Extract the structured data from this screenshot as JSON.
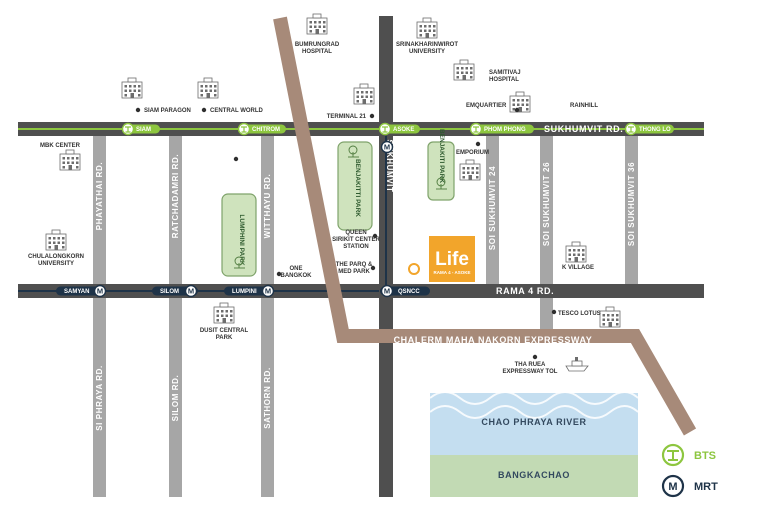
{
  "colors": {
    "road": "#a6a6a6",
    "main_road": "#4f4f4f",
    "bts": "#8dc63f",
    "mrt": "#1e3348",
    "expressway": "#a78a79",
    "park": "#cfe3bd",
    "park_stroke": "#7fa36b",
    "river": "#c4def0",
    "bangkachao": "#c2dab4",
    "life_brand": "#f2a52b"
  },
  "roads": {
    "sukhumvit": "SUKHUMVIT RD.",
    "rama4": "RAMA 4 RD.",
    "expressway": "CHALERM MAHA NAKORN EXPRESSWAY",
    "phayathai": "PHAYATHAI RD.",
    "ratchadamri": "RATCHADAMRI RD.",
    "witthayu": "WITTHAYU RD.",
    "soi24": "SOI SUKHUMVIT 24",
    "soi26": "SOI SUKHUMVIT 26",
    "soi36": "SOI SUKHUMVIT 36",
    "siphraya": "SI PHRAYA RD.",
    "silom": "SILOM RD.",
    "sathorn": "SATHORN RD.",
    "asoke": "SUKHUMVIT"
  },
  "bts_stations": {
    "siam": "SIAM",
    "chitrom": "CHITROM",
    "asoke": "ASOKE",
    "phromphong": "PHOM PHONG",
    "thonglo": "THONG LO"
  },
  "mrt_stations": {
    "samyan": "SAMYAN",
    "silom": "SILOM",
    "lumpini": "LUMPINI",
    "qsncc": "QSNCC"
  },
  "landmarks": {
    "bumrungrad": [
      "BUMRUNGRAD",
      "HOSPITAL"
    ],
    "srinakharinwirot": [
      "SRINAKHARINWIROT",
      "UNIVERSITY"
    ],
    "samitivej": [
      "SAMITIVAJ",
      "HOSPITAL"
    ],
    "siam_paragon": "SIAM PARAGON",
    "central_world": "CENTRAL WORLD",
    "terminal21": "TERMINAL 21",
    "emquartier": "EMQUARTIER",
    "rainhill": "RAINHILL",
    "emporium": "EMPORIUM",
    "mbk": "MBK CENTER",
    "chulalongkorn": [
      "CHULALONGKORN",
      "UNIVERSITY"
    ],
    "queen_sirikit": [
      "QUEEN",
      "SIRIKIT CENTER",
      "STATION"
    ],
    "one_bangkok": [
      "ONE",
      "BANGKOK"
    ],
    "the_parq": [
      "THE PARQ &",
      "MED PARK"
    ],
    "k_village": "K VILLAGE",
    "tesco": "TESCO LOTUS",
    "tha_ruea": [
      "THA RUEA",
      "EXPRESSWAY TOL"
    ],
    "dusit": [
      "DUSIT CENTRAL",
      "PARK"
    ]
  },
  "parks": {
    "lumphini": "LUMPHINI PARK",
    "benjakitti": "BENJAKITTI PARK",
    "benjakitti_small": "BENJAKITI PARK"
  },
  "water": {
    "river": "CHAO PHRAYA RIVER",
    "bangkachao": "BANGKACHAO"
  },
  "project": {
    "brand": "Life",
    "sub": "RAMA 4 - ASOKE"
  },
  "legend": {
    "bts": "BTS",
    "mrt": "MRT"
  }
}
